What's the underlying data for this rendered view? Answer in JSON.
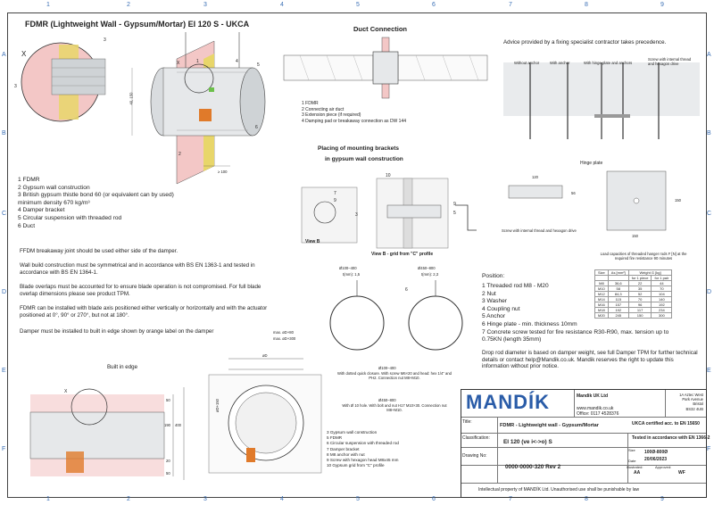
{
  "grid": {
    "columns": [
      "1",
      "2",
      "3",
      "4",
      "5",
      "6",
      "7",
      "8",
      "9"
    ],
    "rows": [
      "A",
      "B",
      "C",
      "D",
      "E",
      "F"
    ]
  },
  "title": "FDMR (Lightweight Wall - Gypsum/Mortar) EI 120 S - UKCA",
  "detail_x_label": "X",
  "left_view_callouts": [
    "3",
    "X",
    "1",
    "2",
    "4",
    "5",
    "6",
    "3"
  ],
  "left_view_dims": [
    "40, 150",
    "≥ 100"
  ],
  "main_legend": [
    "1    FDMR",
    "2    Gypsum wall construction",
    "3    British gypsum thistle bond 60 (or equivalent can by used)",
    "      minimum density 670 kg/m³",
    "4    Damper bracket",
    "5    Circular suspension with threaded rod",
    "6    Duct"
  ],
  "notes": [
    "FFDM breakaway joint should be used either side of the damper.",
    "Wall build construction must be symmetrical and in accordance with BS EN 1363-1 and tested in accordance with BS EN 1364-1.",
    "Blade overlaps must be accounted for to ensure blade operation is not compromised. For full blade overlap dimensions please see product TPM.",
    "FDMR can be installed with blade axis positioned either vertically or horizontally and with the actuator positioned at 0°, 90° or 270°, but not at 180°.",
    "Damper must be installed to built in edge shown by orange label on the damper"
  ],
  "duct_connection": {
    "title": "Duct Connection",
    "legend": [
      "1    FDMR",
      "2    Connecting air duct",
      "3    Extension piece (if required)",
      "4    Damping pad or breakaway connection as DW  144"
    ]
  },
  "brackets": {
    "title1": "Placing of mounting brackets",
    "title2": "in gypsum wall construction",
    "view_b": "View B",
    "view_b_grid": "View B - grid from \"C\" profile",
    "callouts": [
      "7",
      "9",
      "3",
      "10",
      "9",
      "5"
    ]
  },
  "fixing": {
    "title": "Advice provided by a fixing specialist contractor takes precedence.",
    "labels": [
      "Without anchor",
      "With anchor",
      "With hinge plate and anchors",
      "Screw with internal thread and hexagon drive"
    ],
    "hinge_plate": "Hinge plate",
    "screw_label": "Screw with internal thread and hexagon drive",
    "plate_dims": [
      "120",
      "56",
      "150",
      "150"
    ],
    "load_caption": "Load capacities of threaded hanger rods F [N] at the required fire resistance 90 minutes",
    "table_header": [
      "Size",
      "As [mm²]",
      "for 1 piece",
      "for 1 pair"
    ],
    "table_group": "Weight G [kg]",
    "table_rows": [
      [
        "M8",
        "36,6",
        "22",
        "44"
      ],
      [
        "M10",
        "58",
        "35",
        "70"
      ],
      [
        "M12",
        "84,3",
        "52",
        "104"
      ],
      [
        "M14",
        "115",
        "70",
        "140"
      ],
      [
        "M16",
        "157",
        "96",
        "192"
      ],
      [
        "M18",
        "192",
        "117",
        "234"
      ],
      [
        "M20",
        "245",
        "150",
        "300"
      ]
    ]
  },
  "suspension": {
    "d1": "Ø100–400",
    "t1": "t(mm): 1,5",
    "d2": "Ø450–800",
    "t2": "t(mm): 2,3",
    "callout_6": "6"
  },
  "position": {
    "title": "Position:",
    "items": [
      "1  Threaded rod M8 - M20",
      "2  Nut",
      "3  Washer",
      "4  Coupling nut",
      "5  Anchor",
      "6  Hinge plate - min. thickness 10mm",
      "7  Concrete screw tested for fire resistance R30-R90, max. tension up to",
      "    0.75KN (length 35mm)"
    ],
    "note": "Drop rod diameter is based on damper weight, see full Damper TPM for further technical details or contact help@Mandik.co.uk. Mandik reserves the right to update this information without prior notice."
  },
  "built_in": {
    "label": "Built in edge",
    "x_label": "X",
    "dims": [
      "50",
      "190",
      "400",
      "20",
      "50"
    ]
  },
  "front_view": {
    "dims": [
      "max. øD+80",
      "max. øD+300",
      "øD",
      "øD+150"
    ]
  },
  "strap_notes": {
    "d100": "Ø100–400",
    "d100_text": "With dotted quick closure. With screw M6×20 and head: hex 1/4\" and PH2. Connection nut M8+M10.",
    "d450": "Ø450–800",
    "d450_text": "With Ø 10 hole. With bolt and nut H17 M10×30. Connection nut M8+M10.",
    "legend": [
      "3    Gypsum wall construction",
      "5    FDMR",
      "6    Circular suspension with threaded rod",
      "7    Damper bracket",
      "8    M8 anchor with nut",
      "9    Screw with hexagon head M8x45 mm",
      "10  Gypsum grid from \"C\" profile"
    ]
  },
  "title_block": {
    "logo": "MANDÍK",
    "company": "Mandik UK Ltd",
    "address": [
      "1A Aztec West",
      "Park Avenue",
      "Bristol",
      "BS32 4UB"
    ],
    "web": "www.mandik.co.uk",
    "office": "Office: 0117 4528376",
    "cert": "UKCA certified acc. to EN 15650",
    "tested": "Tested in accordance with EN 1366-2",
    "title_label": "Title:",
    "title": "FDMR - Lightweight wall - Gypsum/Mortar",
    "class_label": "Classification:",
    "classification": "EI 120 (ve i<->o) S",
    "size_label": "Size",
    "size": "100Ø-800Ø",
    "date_label": "Date",
    "date": "20/06/2023",
    "drawing_label": "Drawing No:",
    "drawing": "0000-0000-320  Rev  2",
    "illustrated_label": "Illustrated:",
    "illustrated": "AA",
    "approved_label": "Approved:",
    "approved": "WF",
    "footer": "Intellectual property of MANDÍK Ltd. Unauthorised use shall be punishable by law"
  },
  "colors": {
    "wall_pink": "#f3c7c6",
    "insulation": "#e8d66a",
    "accent_blue": "#3a6fb5",
    "logo_blue": "#2a5ca8",
    "orange": "#e07a2a",
    "green": "#6cc04a"
  }
}
